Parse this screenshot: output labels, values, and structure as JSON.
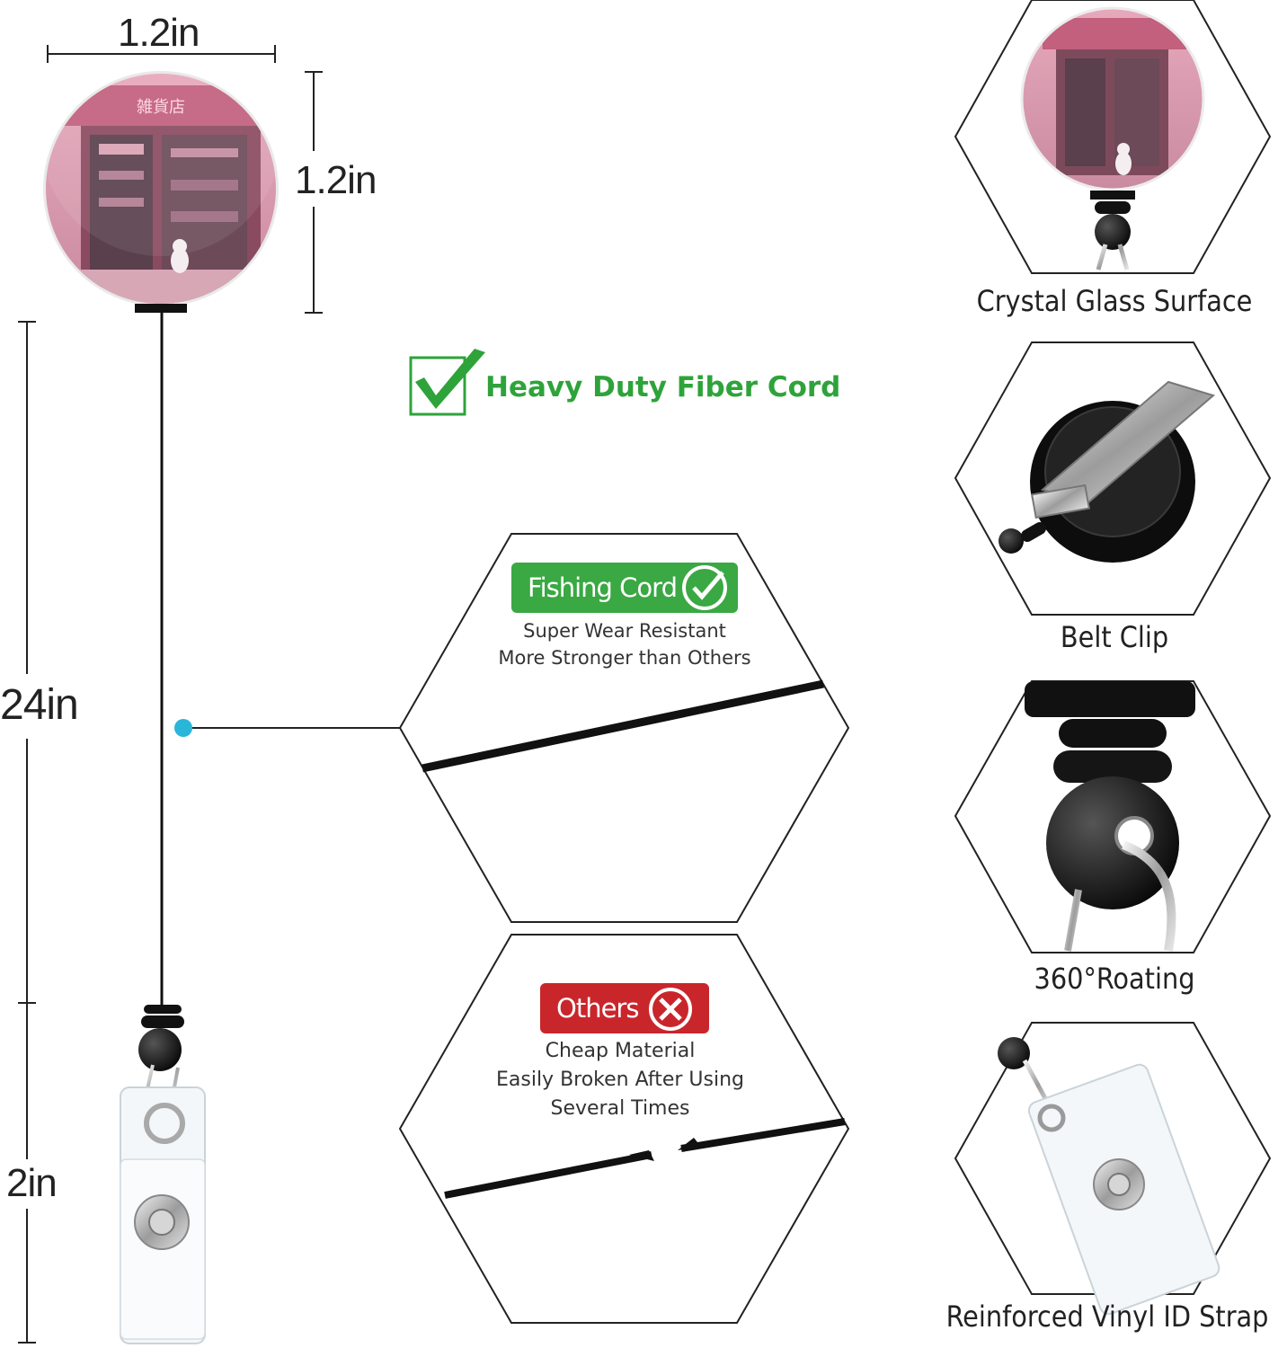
{
  "dimensions": {
    "badge_width": "1.2in",
    "badge_height": "1.2in",
    "cord_length": "24in",
    "strap_length": "2in"
  },
  "badge_art": {
    "sign_text": "雑貨店"
  },
  "headline": {
    "text": "Heavy Duty Fiber Cord",
    "color": "#2ea33a"
  },
  "comparison": {
    "good": {
      "badge": "Fishing Cord",
      "badge_color": "#3aa843",
      "line1": "Super Wear Resistant",
      "line2": "More Stronger than Others"
    },
    "bad": {
      "badge": "Others",
      "badge_color": "#c9262c",
      "line1": "Cheap Material",
      "line2": "Easily Broken After Using",
      "line3": "Several Times"
    }
  },
  "features": [
    {
      "label": "Crystal Glass Surface",
      "icon": "badge-reel-front"
    },
    {
      "label": "Belt Clip",
      "icon": "belt-clip"
    },
    {
      "label": "360°Roating",
      "icon": "swivel-joint"
    },
    {
      "label": "Reinforced Vinyl ID Strap",
      "icon": "vinyl-strap"
    }
  ],
  "accent_color": "#29b6d8"
}
